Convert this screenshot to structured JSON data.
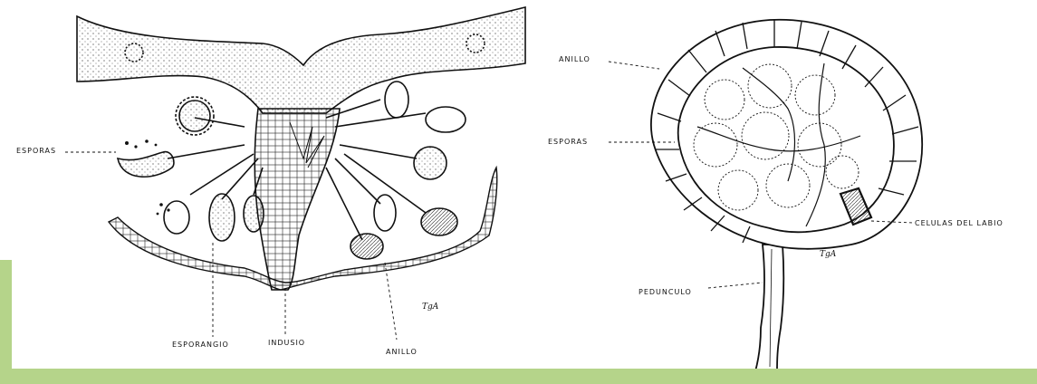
{
  "colors": {
    "ink": "#111111",
    "paper": "#ffffff",
    "frame": "#b5d48a"
  },
  "left_figure": {
    "labels": {
      "esporas": "ESPORAS",
      "esporangio": "ESPORANGIO",
      "indusio": "INDUSIO",
      "anillo": "ANILLO"
    },
    "signature": "TgA"
  },
  "right_figure": {
    "labels": {
      "anillo": "ANILLO",
      "esporas": "ESPORAS",
      "celulas_del_labio": "CELULAS DEL LABIO",
      "pedunculo": "PEDUNCULO"
    },
    "signature": "TgA"
  }
}
